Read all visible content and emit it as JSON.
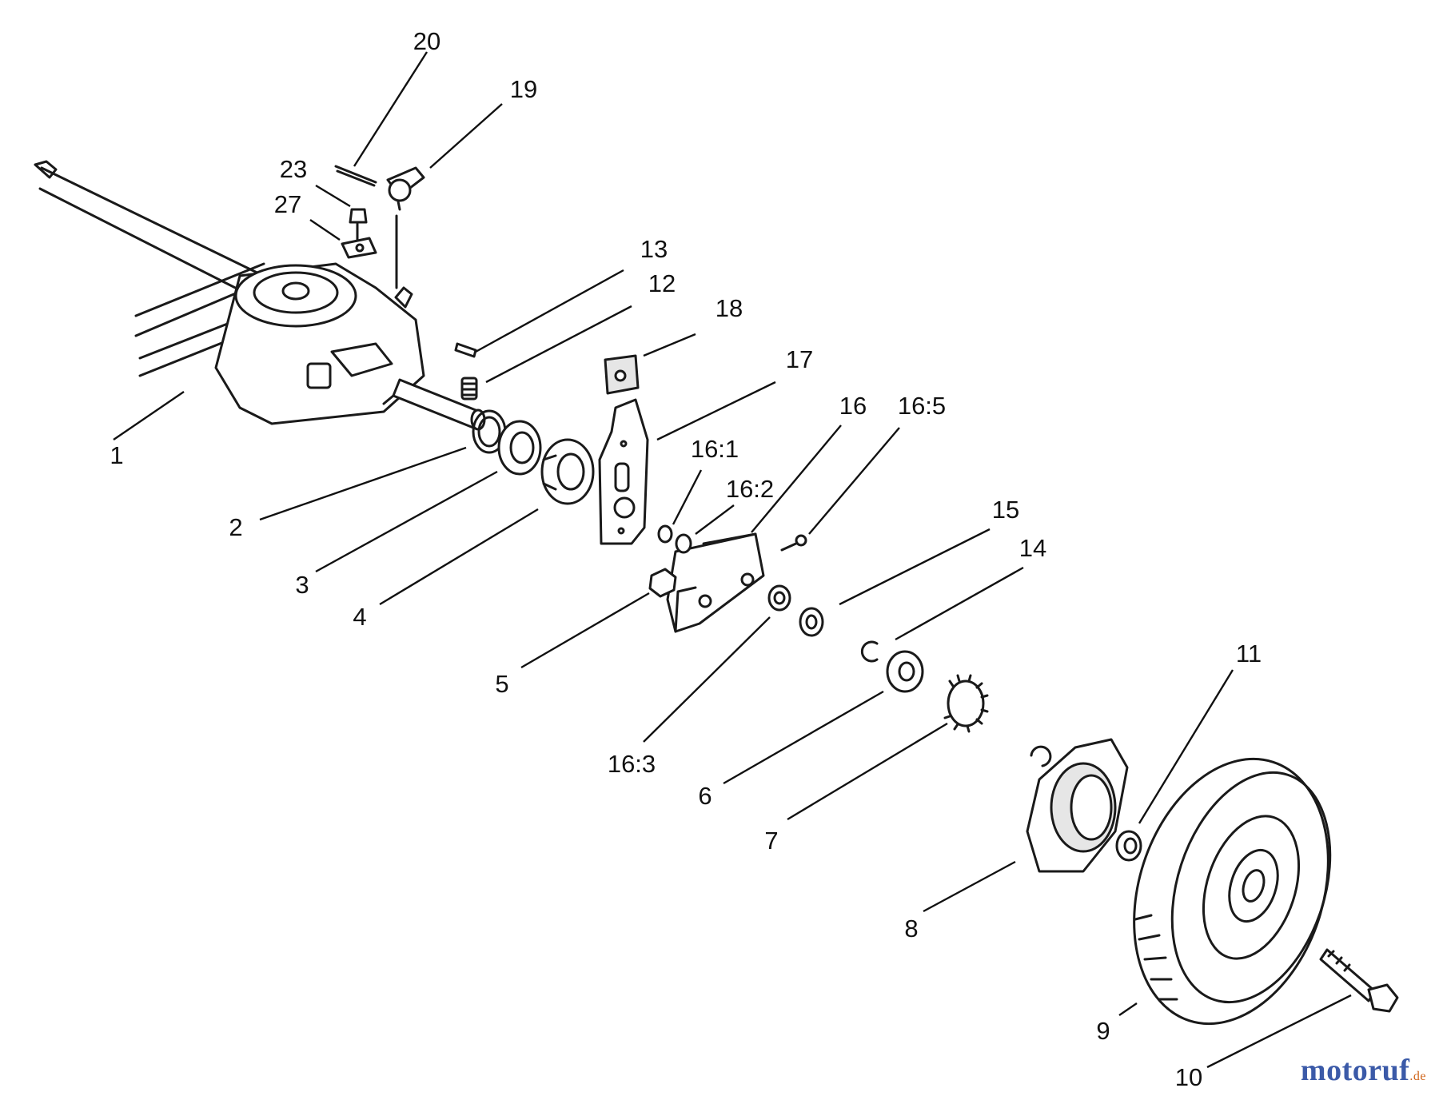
{
  "diagram": {
    "callouts": [
      "1",
      "2",
      "3",
      "4",
      "5",
      "6",
      "7",
      "8",
      "9",
      "10",
      "11",
      "12",
      "13",
      "14",
      "15",
      "16",
      "16:1",
      "16:2",
      "16:3",
      "16:5",
      "17",
      "18",
      "19",
      "20",
      "23",
      "27"
    ]
  },
  "watermark": {
    "main": "motoruf",
    "suffix": ".de"
  },
  "colors": {
    "line": "#1a1a1a",
    "watermark_blue": "#3b5aa8",
    "watermark_orange": "#d0661c"
  }
}
